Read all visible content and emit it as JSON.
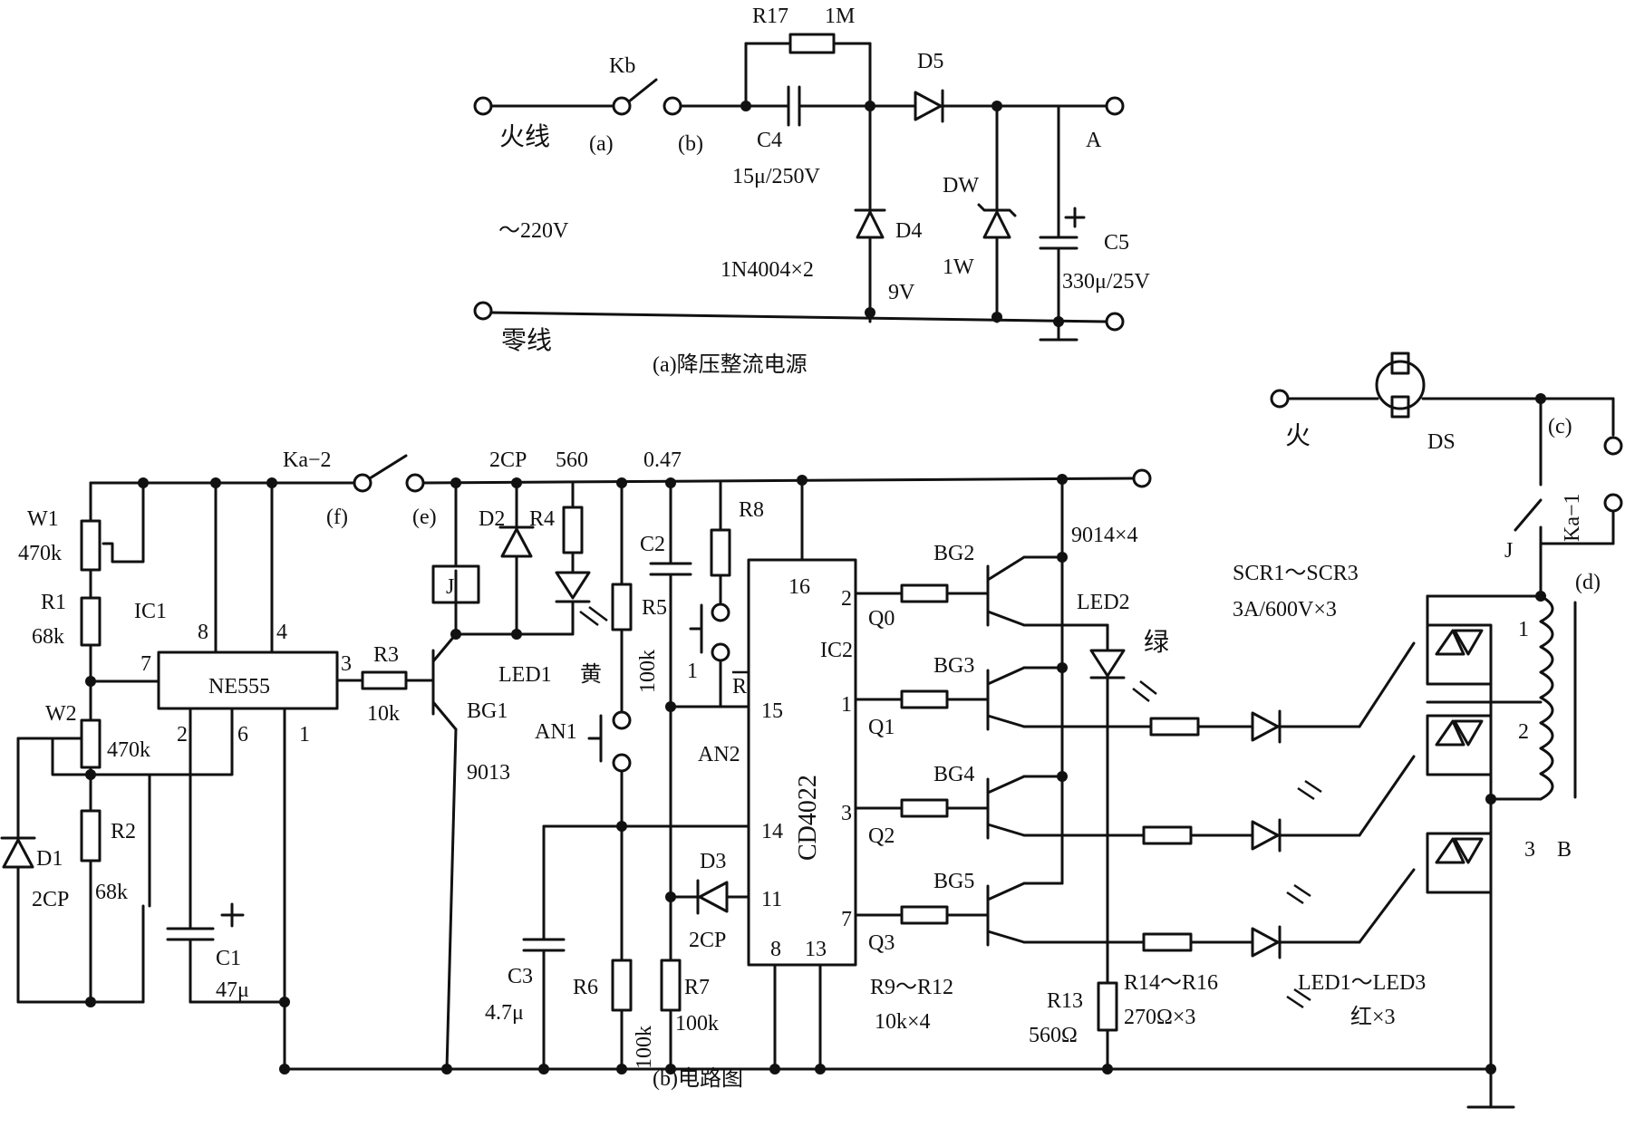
{
  "captions": {
    "a": "(a)降压整流电源",
    "b": "(b)电路图"
  },
  "supply": {
    "live": "火线",
    "neutral": "零线",
    "voltage": "～220V",
    "kb": "Kb",
    "term_a": "(a)",
    "term_b": "(b)",
    "r17": "R17",
    "r17_val": "1M",
    "c4": "C4",
    "c4_val": "15μ/250V",
    "d5": "D5",
    "d4": "D4",
    "d4_val": "1N4004×2",
    "dw": "DW",
    "dw_val1": "1W",
    "dw_val2": "9V",
    "c5": "C5",
    "c5_val": "330μ/25V",
    "out_a": "A"
  },
  "main": {
    "ka2": "Ka−2",
    "term_f": "(f)",
    "term_e": "(e)",
    "d2": "D2",
    "d2_top": "2CP",
    "r4": "R4",
    "r4_val": "560",
    "c2": "C2",
    "c2_val": "0.47",
    "r8": "R8",
    "w1": "W1",
    "w1_val": "470k",
    "r1": "R1",
    "r1_val": "68k",
    "ic1": "IC1",
    "pin8": "8",
    "pin4": "4",
    "pin7": "7",
    "pin3": "3",
    "pin2": "2",
    "pin6": "6",
    "pin1": "1",
    "ne555": "NE555",
    "r3": "R3",
    "r3_val": "10k",
    "j": "J",
    "led1": "LED1",
    "led1_col": "黄",
    "r5": "R5",
    "r5_val": "100k",
    "bg1": "BG1",
    "bg1_val": "9013",
    "an1": "AN1",
    "an2": "AN2",
    "w2": "W2",
    "w2_val": "470k",
    "d1": "D1",
    "d1_val": "2CP",
    "r2": "R2",
    "r2_val": "68k",
    "c1": "C1",
    "c1_val": "47μ",
    "c3": "C3",
    "c3_val": "4.7μ",
    "r6": "R6",
    "r6_val": "100k",
    "r7": "R7",
    "r7_val": "100k",
    "d3": "D3",
    "d3_val": "2CP",
    "plus": "+",
    "r_bar": "R",
    "pin_one": "1"
  },
  "ic2": {
    "name": "IC2",
    "part": "CD4022",
    "p16": "16",
    "p15": "15",
    "p14": "14",
    "p11": "11",
    "p8": "8",
    "p13": "13",
    "p2": "2",
    "p1": "1",
    "p3": "3",
    "p7": "7",
    "q0": "Q0",
    "q1": "Q1",
    "q2": "Q2",
    "q3": "Q3"
  },
  "drivers": {
    "bg2": "BG2",
    "bg3": "BG3",
    "bg4": "BG4",
    "bg5": "BG5",
    "type": "9014×4",
    "led2": "LED2",
    "led2_col": "绿",
    "r9": "R9～R12",
    "r9_val": "10k×4",
    "r13": "R13",
    "r13_val": "560Ω",
    "r14": "R14～R16",
    "r14_val": "270Ω×3",
    "leds": "LED1～LED3",
    "leds_col": "红×3"
  },
  "load": {
    "live": "火",
    "ds": "DS",
    "term_c": "(c)",
    "term_d": "(d)",
    "ka1": "Ka−1",
    "j": "J",
    "scr": "SCR1～SCR3",
    "scr_val": "3A/600V×3",
    "tap1": "1",
    "tap2": "2",
    "tap3": "3",
    "b": "B"
  }
}
